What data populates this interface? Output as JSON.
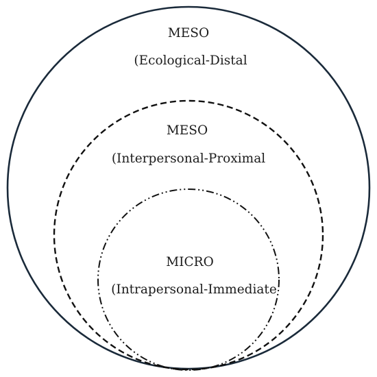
{
  "colors": {
    "outer_stroke": "#1a2a3a",
    "inner_stroke": "#111111",
    "text": "#1c1c1c"
  },
  "rings": {
    "outer": {
      "title": "MESO",
      "subtitle": "(Ecological-Distal",
      "line_style": "solid"
    },
    "middle": {
      "title": "MESO",
      "subtitle": "(Interpersonal-Proximal",
      "line_style": "dashed"
    },
    "inner": {
      "title": "MICRO",
      "subtitle": "(Intrapersonal-Immediate",
      "line_style": "dash-dot-dot"
    }
  }
}
